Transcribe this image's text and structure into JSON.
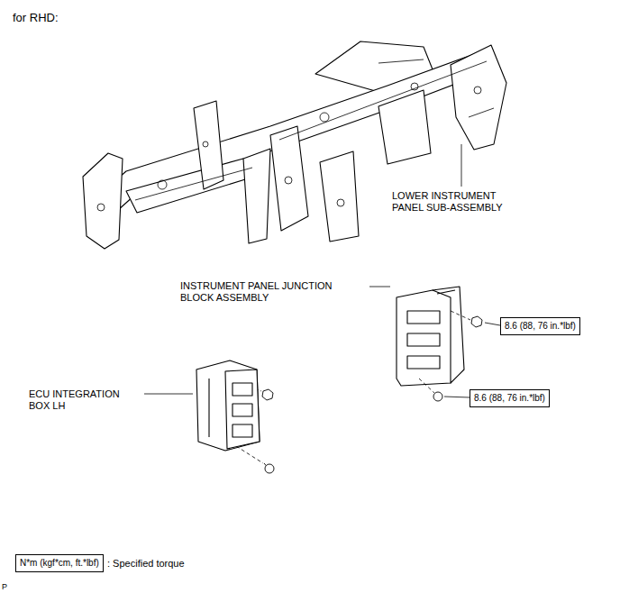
{
  "diagram": {
    "title": "for RHD:",
    "nodes": [
      {
        "text": [
          "8.6 (88, 76 in.*lbf)"
        ]
      },
      {
        "text": [
          "8.6 (88, 76 in.*lbf)"
        ]
      },
      {
        "text": [
          "N*m (kgf*cm, ft.*lbf)"
        ]
      }
    ],
    "labels": [
      "LOWER INSTRUMENT PANEL SUB-ASSEMBLY",
      "INSTRUMENT PANEL JUNCTION BLOCK ASSEMBLY",
      "ECU INTEGRATION BOX LH",
      "P"
    ],
    "legend": [
      {
        "text": ": Specified torque"
      }
    ]
  }
}
